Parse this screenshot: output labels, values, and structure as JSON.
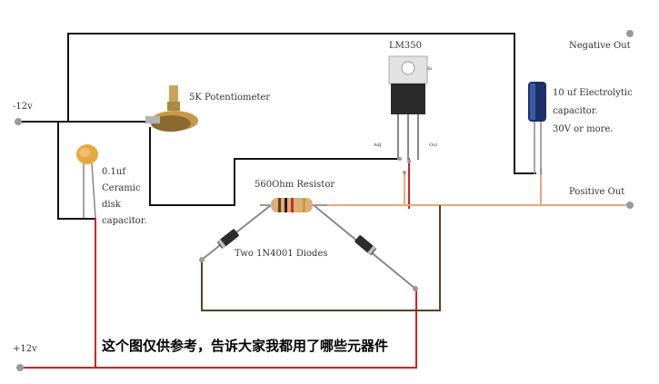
{
  "labels": {
    "neg12": "-12v",
    "pos12": "+12v",
    "pot": "5K Potentiometer",
    "lm350": "LM350",
    "negout": "Negative Out",
    "posout": "Positive Out",
    "elec_line1": "10 uf Electrolytic",
    "elec_line2": "capacitor.",
    "elec_line3": "30V or more.",
    "cer_line1": "0.1uf",
    "cer_line2": "Ceramic",
    "cer_line3": "disk",
    "cer_line4": "capacitor.",
    "resistor": "560Ohm Resistor",
    "diodes": "Two 1N4001   Diodes",
    "pin_adj": "Adj",
    "pin_in": "In",
    "pin_out": "Out"
  },
  "caption": "这个图仅供参考，告诉大家我都用了哪些元器件",
  "colors": {
    "black_wire": "#111111",
    "red_wire": "#d42020",
    "orange_wire": "#e8a878",
    "brown_wire": "#5a4020",
    "terminal": "#9a9a9a"
  }
}
